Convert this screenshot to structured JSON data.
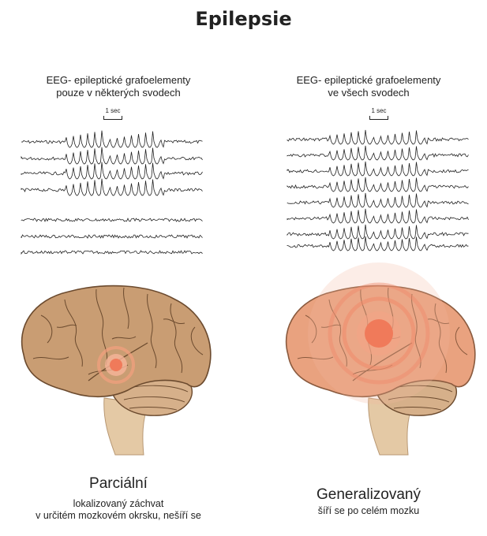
{
  "title": "Epilepsie",
  "left": {
    "eeg_heading_line1": "EEG- epileptické grafoelementy",
    "eeg_heading_line2": "pouze v některých svodech",
    "scale_label": "1 sec",
    "caption_title": "Parciální",
    "caption_line1": "lokalizovaný záchvat",
    "caption_line2": "v určitém mozkovém okrsku, nešíří se"
  },
  "right": {
    "eeg_heading_line1": "EEG- epileptické grafoelementy",
    "eeg_heading_line2": "ve všech svodech",
    "scale_label": "1 sec",
    "caption_title": "Generalizovaný",
    "caption_line1": "šíří se po celém mozku"
  },
  "colors": {
    "brain": "#c99d73",
    "brain_outline": "#6b4a2e",
    "brainstem": "#e4c9a5",
    "focus": "#f07a5a"
  }
}
